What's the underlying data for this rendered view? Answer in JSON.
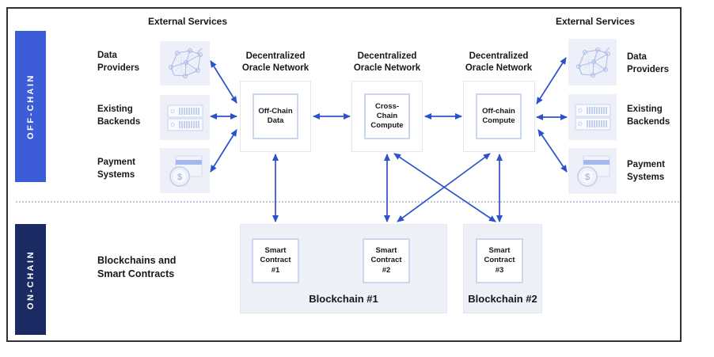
{
  "zones": {
    "offchain": "OFF-CHAIN",
    "onchain": "ON-CHAIN"
  },
  "left_services": {
    "title": "External Services",
    "items": [
      {
        "label_lines": [
          "Data",
          "Providers"
        ],
        "icon": "network-icon"
      },
      {
        "label_lines": [
          "Existing",
          "Backends"
        ],
        "icon": "server-icon"
      },
      {
        "label_lines": [
          "Payment",
          "Systems"
        ],
        "icon": "payment-icon"
      }
    ]
  },
  "right_services": {
    "title": "External Services",
    "items": [
      {
        "label_lines": [
          "Data",
          "Providers"
        ],
        "icon": "network-icon"
      },
      {
        "label_lines": [
          "Existing",
          "Backends"
        ],
        "icon": "server-icon"
      },
      {
        "label_lines": [
          "Payment",
          "Systems"
        ],
        "icon": "payment-icon"
      }
    ]
  },
  "oracle_networks": [
    {
      "title_lines": [
        "Decentralized",
        "Oracle Network"
      ],
      "node_lines": [
        "Off-Chain",
        "Data"
      ]
    },
    {
      "title_lines": [
        "Decentralized",
        "Oracle Network"
      ],
      "node_lines": [
        "Cross-Chain",
        "Compute"
      ]
    },
    {
      "title_lines": [
        "Decentralized",
        "Oracle Network"
      ],
      "node_lines": [
        "Off-chain",
        "Compute"
      ]
    }
  ],
  "onchain_area": {
    "label_lines": [
      "Blockchains and",
      "Smart Contracts"
    ]
  },
  "blockchains": [
    {
      "label": "Blockchain #1",
      "contracts": [
        {
          "lines": [
            "Smart",
            "Contract",
            "#1"
          ]
        },
        {
          "lines": [
            "Smart",
            "Contract",
            "#2"
          ]
        }
      ]
    },
    {
      "label": "Blockchain #2",
      "contracts": [
        {
          "lines": [
            "Smart",
            "Contract",
            "#3"
          ]
        }
      ]
    }
  ],
  "colors": {
    "offchain_blue": "#3D5CD7",
    "onchain_navy": "#1B2A63",
    "arrow_blue": "#2B52CB",
    "tile_background": "#EDF0F8",
    "node_border": "#CBD6F1"
  }
}
